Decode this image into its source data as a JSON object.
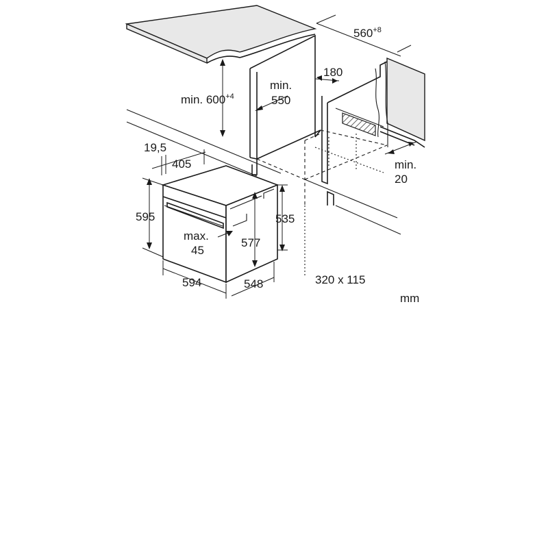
{
  "labels": {
    "width_niche": "560",
    "width_niche_tol": "+8",
    "vent_depth": "180",
    "min_height_prefix": "min. ",
    "min_height_value": "600",
    "min_height_tol": "+4",
    "min_depth_line1": "min.",
    "min_depth_line2": "550",
    "gap_top": "19,5",
    "depth_top": "405",
    "oven_height": "595",
    "max_line1": "max.",
    "max_line2": "45",
    "inner_height": "577",
    "niche_height": "535",
    "oven_width": "594",
    "oven_depth": "548",
    "vent_size": "320 x 115",
    "min_gap_line1": "min.",
    "min_gap_line2": "20",
    "unit": "mm"
  }
}
